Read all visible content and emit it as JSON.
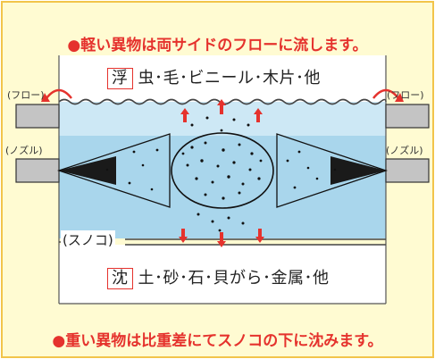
{
  "header_text": "●軽い異物は両サイドのフローに流します。",
  "footer_text": "●重い異物は比重差にてスノコの下に沈みます。",
  "floating": {
    "kanji": "浮",
    "items": "虫･毛･ビニール･木片･他"
  },
  "sinking": {
    "kanji": "沈",
    "items": "土･砂･石･貝がら･金属･他"
  },
  "left_flow": "(フロー)",
  "right_flow": "(フロー)",
  "left_nozzle": "(ノズル)",
  "right_nozzle": "(ノズル)",
  "sunoko": "(スノコ)",
  "colors": {
    "background": "#fffbd2",
    "border": "#f2c44a",
    "water_top": "#dff1f9",
    "water": "#a9d6ec",
    "accent": "#e5322d",
    "nozzle": "#c4c4c4"
  }
}
